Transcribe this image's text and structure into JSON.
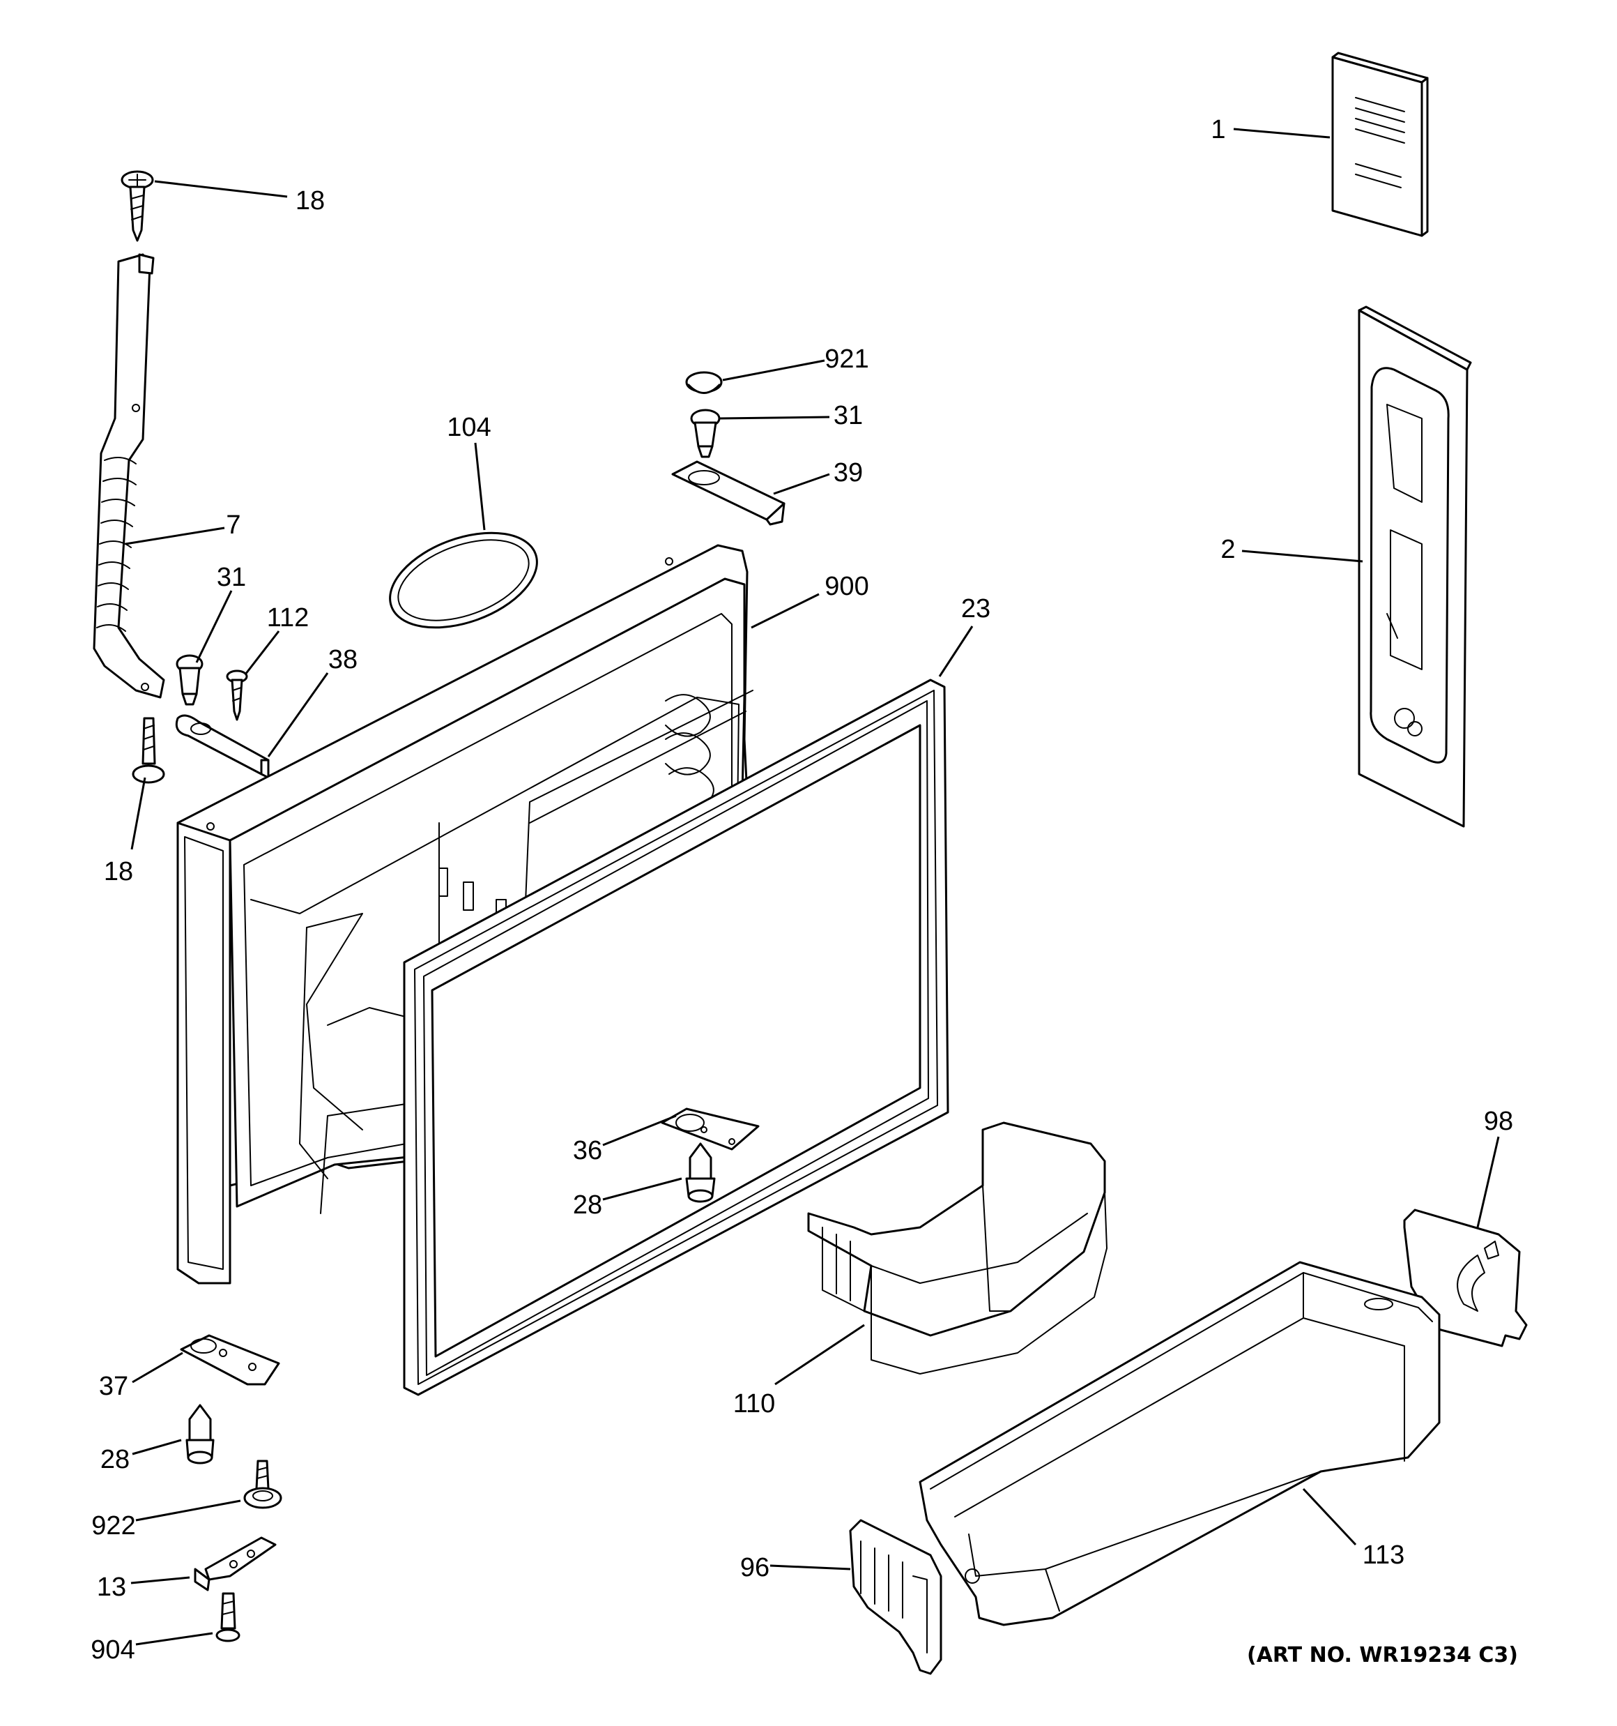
{
  "diagram": {
    "art_number": "(ART NO. WR19234 C3)",
    "callouts": {
      "c1": "1",
      "c2": "2",
      "c7": "7",
      "c13": "13",
      "c18_top": "18",
      "c18_left": "18",
      "c23": "23",
      "c28_center": "28",
      "c28_bottom": "28",
      "c31_left": "31",
      "c31_top": "31",
      "c36": "36",
      "c37": "37",
      "c38": "38",
      "c39": "39",
      "c96": "96",
      "c98": "98",
      "c104": "104",
      "c110": "110",
      "c112": "112",
      "c113": "113",
      "c900": "900",
      "c904": "904",
      "c921": "921",
      "c922": "922"
    }
  }
}
